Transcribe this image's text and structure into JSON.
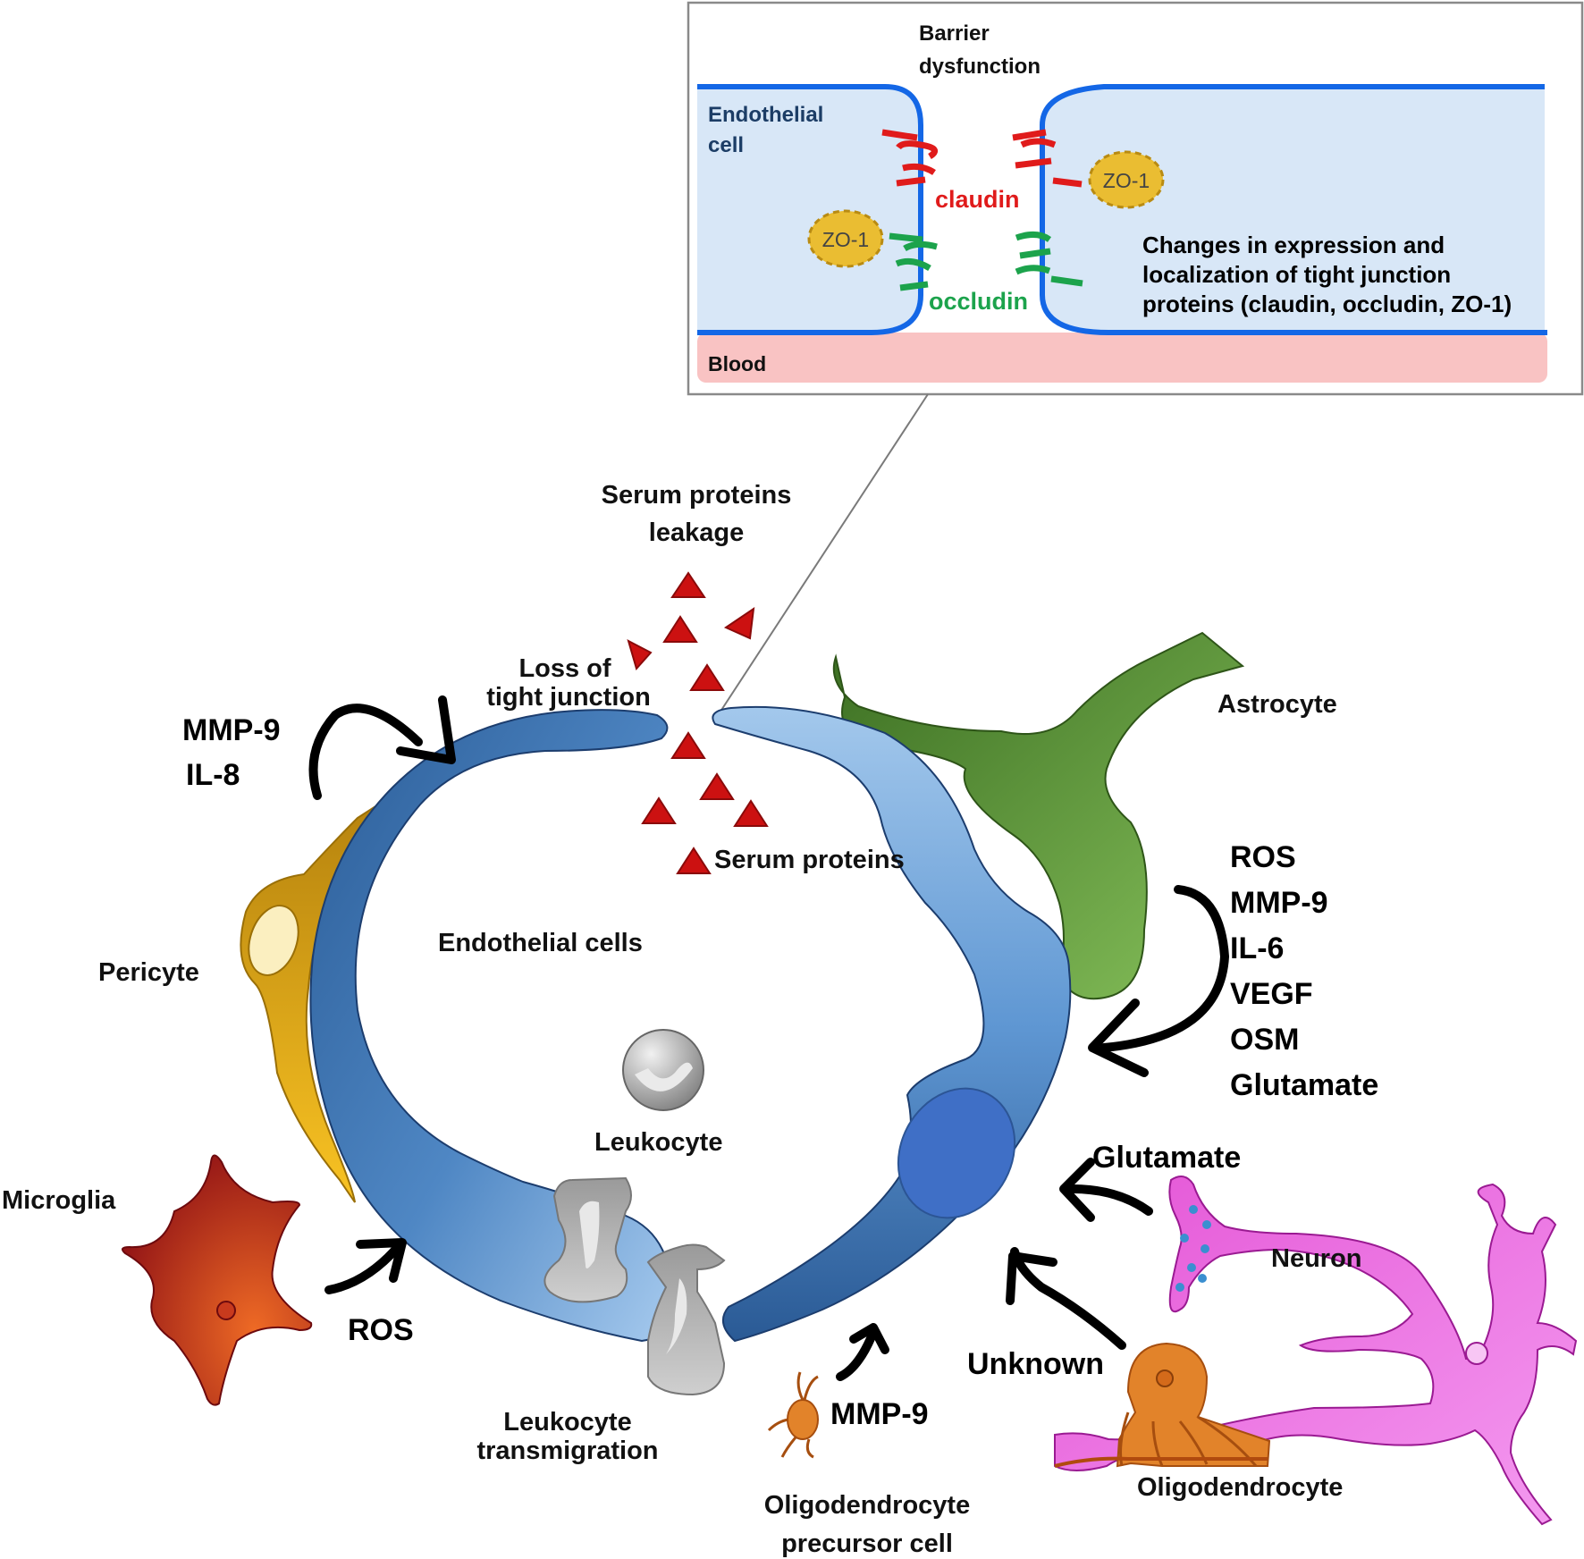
{
  "colors": {
    "endothelial_dark": "#2c5f99",
    "endothelial_light": "#9cc3ea",
    "pericyte": "#d8a116",
    "astrocyte": "#4f8a30",
    "microglia": "#a3201c",
    "neuron": "#d43cc8",
    "oligodendrocyte": "#e2832a",
    "serum_protein": "#cc1111",
    "claudin": "#e01b1b",
    "occludin": "#1ca34c",
    "zo1": "#e8b925",
    "membrane": "#1467e6",
    "cytoplasm": "#d8e7f7",
    "blood": "#f9c3c3"
  },
  "inset": {
    "title_line1": "Barrier",
    "title_line2": "dysfunction",
    "endothelial_line1": "Endothelial",
    "endothelial_line2": "cell",
    "claudin": "claudin",
    "occludin": "occludin",
    "zo1_left": "ZO-1",
    "zo1_right": "ZO-1",
    "changes_line1": "Changes in expression and",
    "changes_line2": "localization of tight junction",
    "changes_line3": "proteins (claudin, occludin, ZO-1)",
    "blood": "Blood"
  },
  "labels": {
    "serum_leak_line1": "Serum proteins",
    "serum_leak_line2": "leakage",
    "loss_line1": "Loss of",
    "loss_line2": "tight junction",
    "serum_proteins": "Serum proteins",
    "endothelial_cells": "Endothelial cells",
    "pericyte": "Pericyte",
    "astrocyte": "Astrocyte",
    "leukocyte": "Leukocyte",
    "microglia": "Microglia",
    "leuko_trans_line1": "Leukocyte",
    "leuko_trans_line2": "transmigration",
    "opc_line1": "Oligodendrocyte",
    "opc_line2": "precursor cell",
    "oligodendrocyte": "Oligodendrocyte",
    "neuron": "Neuron"
  },
  "factors": {
    "pericyte": [
      "MMP-9",
      "IL-8"
    ],
    "astrocyte": [
      "ROS",
      "MMP-9",
      "IL-6",
      "VEGF",
      "OSM",
      "Glutamate"
    ],
    "microglia": "ROS",
    "opc": "MMP-9",
    "neuron": "Glutamate",
    "oligodendrocyte": "Unknown"
  }
}
